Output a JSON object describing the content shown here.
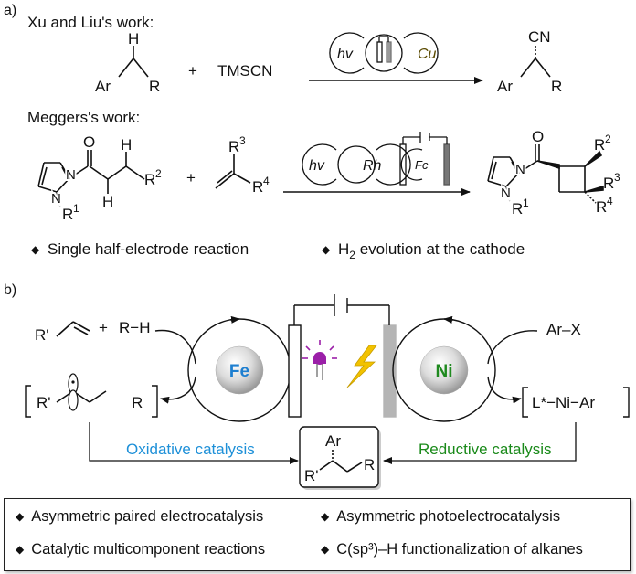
{
  "panel_a": {
    "label": "a)",
    "xu_liu": {
      "title": "Xu and Liu's work:",
      "reactant_ar": "Ar",
      "reactant_r": "R",
      "reactant_h": "H",
      "plus": "+",
      "reagent": "TMSCN",
      "hv": "hv",
      "cu": "Cu",
      "product_cn": "CN",
      "product_ar": "Ar",
      "product_r": "R"
    },
    "meggers": {
      "title": "Meggers's work:",
      "r2": "R",
      "r2_sup": "2",
      "h_top": "H",
      "h_bottom": "H",
      "r1": "R",
      "r1_sup": "1",
      "n": "N",
      "n_sub": "N",
      "o": "O",
      "plus": "+",
      "r3": "R",
      "r3_sup": "3",
      "r4": "R",
      "r4_sup": "4",
      "hv": "hv",
      "rh": "Rh",
      "fc": "Fc",
      "p_o": "O",
      "p_r2": "R",
      "p_r2_sup": "2",
      "p_r3": "R",
      "p_r3_sup": "3",
      "p_r4": "R",
      "p_r4_sup": "4",
      "p_r1": "R",
      "p_r1_sup": "1",
      "p_n": "N",
      "p_n_sub": "N"
    },
    "notes": {
      "left": "Single half-electrode reaction",
      "right_pre": "H",
      "right_sub": "2",
      "right_post": " evolution at the cathode"
    }
  },
  "panel_b": {
    "label": "b)",
    "alkene_r": "R'",
    "plus": "+",
    "rh": "R−H",
    "fe": "Fe",
    "ni": "Ni",
    "arx": "Ar–X",
    "radical_r1": "R'",
    "radical_r2": "R",
    "ni_complex": "L*−Ni−Ar",
    "oxidative": "Oxidative catalysis",
    "reductive": "Reductive catalysis",
    "product_ar": "Ar",
    "product_r1": "R'",
    "product_r2": "R"
  },
  "bullets": [
    "Asymmetric paired electrocatalysis",
    "Asymmetric photoelectrocatalysis",
    "Catalytic multicomponent reactions",
    "C(sp³)–H functionalization of alkanes"
  ],
  "colors": {
    "oxidative": "#1e90d8",
    "reductive": "#1a8a1a",
    "fe_text": "#1e7fd0",
    "ni_text": "#1f8a1f",
    "led": "#9b1fa8",
    "bolt": "#f2c200",
    "electrode_gray": "#b5b5b5"
  }
}
